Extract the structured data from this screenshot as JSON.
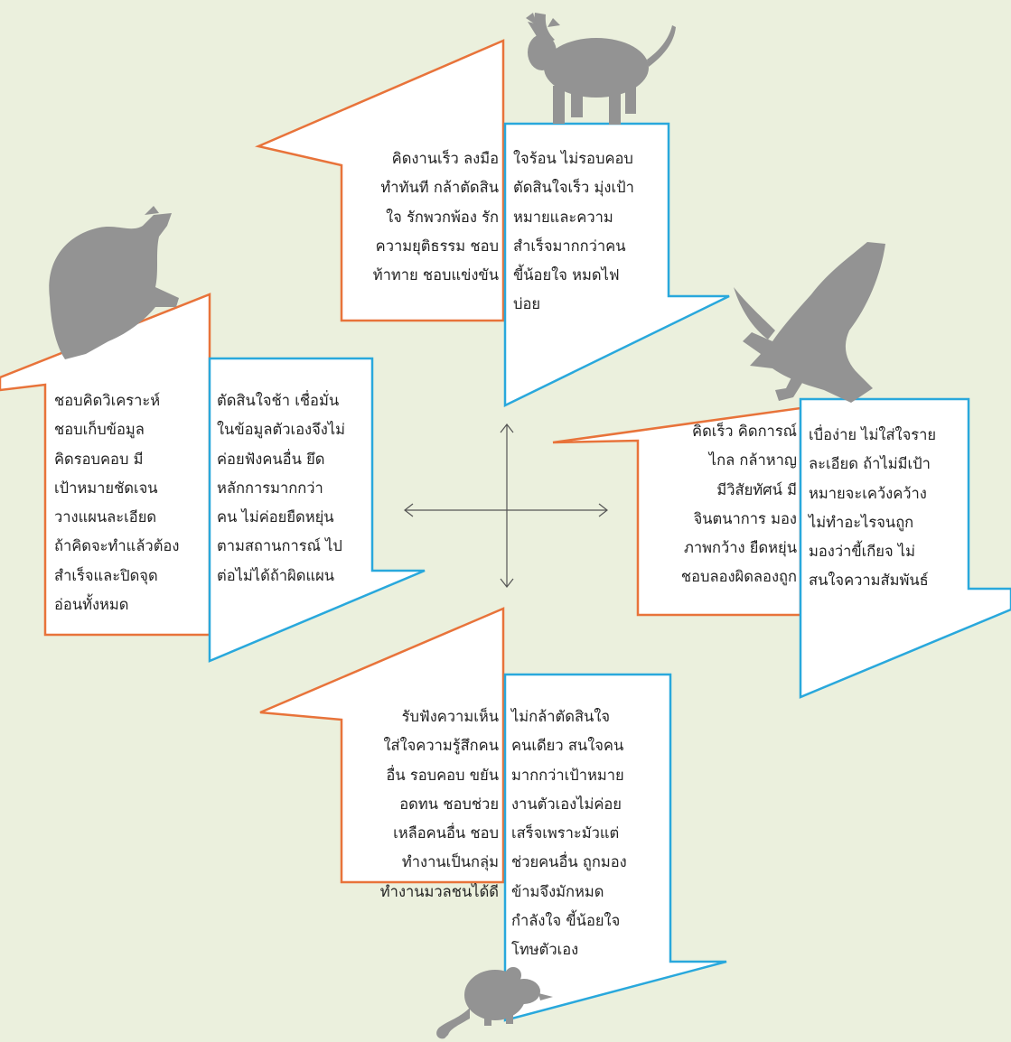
{
  "colors": {
    "background": "#ebf0dd",
    "orange_border": "#e8733a",
    "blue_border": "#29a8dc",
    "animal": "#939393",
    "arrow": "#555555"
  },
  "quadrants": {
    "bull": {
      "animal": "bull-icon",
      "strengths": "คิดงานเร็ว ลงมือ\nทำทันที กล้าตัดสิน\nใจ รักพวกพ้อง รัก\nความยุติธรรม ชอบ\nท้าทาย ชอบแข่งขัน",
      "weaknesses": "ใจร้อน ไม่รอบคอบ\nตัดสินใจเร็ว มุ่งเป้า\nหมายและความ\nสำเร็จมากกว่าคน\nขี้น้อยใจ หมดไฟ\nบ่อย"
    },
    "bear": {
      "animal": "bear-icon",
      "strengths": "ชอบคิดวิเคราะห์\nชอบเก็บข้อมูล\nคิดรอบคอบ มี\nเป้าหมายชัดเจน\nวางแผนละเอียด\nถ้าคิดจะทำแล้วต้อง\nสำเร็จและปิดจุด\nอ่อนทั้งหมด",
      "weaknesses": "ตัดสินใจช้า เชื่อมั่น\nในข้อมูลตัวเองจึงไม่\nค่อยฟังคนอื่น ยึด\nหลักการมากกว่า\nคน ไม่ค่อยยืดหยุ่น\nตามสถานการณ์ ไป\nต่อไม่ได้ถ้าผิดแผน"
    },
    "eagle": {
      "animal": "eagle-icon",
      "strengths": "คิดเร็ว คิดการณ์\nไกล กล้าหาญ\nมีวิสัยทัศน์ มี\nจินตนาการ มอง\nภาพกว้าง ยืดหยุ่น\nชอบลองผิดลองถูก",
      "weaknesses": "เบื่อง่าย ไม่ใส่ใจราย\nละเอียด ถ้าไม่มีเป้า\nหมายจะเคว้งคว้าง\nไม่ทำอะไรจนถูก\nมองว่าขี้เกียจ ไม่\nสนใจความสัมพันธ์"
    },
    "mouse": {
      "animal": "mouse-icon",
      "strengths": "รับฟังความเห็น\nใส่ใจความรู้สึกคน\nอื่น รอบคอบ ขยัน\nอดทน ชอบช่วย\nเหลือคนอื่น ชอบ\nทำงานเป็นกลุ่ม\nทำงานมวลชนได้ดี",
      "weaknesses": "ไม่กล้าตัดสินใจ\nคนเดียว สนใจคน\nมากกว่าเป้าหมาย\nงานตัวเองไม่ค่อย\nเสร็จเพราะมัวแต่\nช่วยคนอื่น ถูกมอง\nข้ามจึงมักหมด\nกำลังใจ ขี้น้อยใจ\nโทษตัวเอง"
    }
  }
}
